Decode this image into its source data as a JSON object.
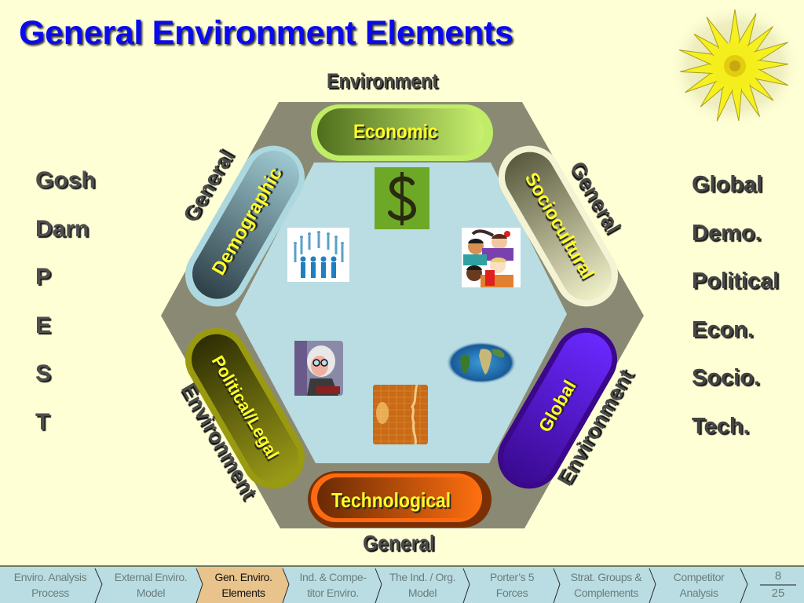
{
  "slide": {
    "title": "General Environment Elements",
    "background_color": "#ffffd6",
    "title_color": "#0a0aee"
  },
  "diagram": {
    "outer_labels": {
      "top": "Environment",
      "bottom": "General",
      "upper_left": "General",
      "upper_right": "General",
      "lower_left": "Environment",
      "lower_right": "Environment"
    },
    "segments": [
      {
        "id": "economic",
        "label": "Economic",
        "color": "#7ea83a",
        "image": "dollar-sign-grass-icon"
      },
      {
        "id": "sociocultural",
        "label": "Sociocultural",
        "color": "#c9c9a4",
        "image": "diverse-children-icon"
      },
      {
        "id": "global",
        "label": "Global",
        "color": "#5a18e8",
        "image": "world-globe-icon"
      },
      {
        "id": "technological",
        "label": "Technological",
        "color": "#e06010",
        "image": "digital-face-icon"
      },
      {
        "id": "political_legal",
        "label": "Political/Legal",
        "color": "#8a8a10",
        "image": "judge-cartoon-icon"
      },
      {
        "id": "demographic",
        "label": "Demographic",
        "color": "#9ccbd6",
        "image": "people-circle-icon"
      }
    ],
    "hexagon_colors": {
      "frame": "#8a8a74",
      "inner": "#b9dde2"
    }
  },
  "left_list": [
    "Gosh",
    "Darn",
    "P",
    "E",
    "S",
    "T"
  ],
  "right_list": [
    "Global",
    "Demo.",
    "Political",
    "Econ.",
    "Socio.",
    "Tech."
  ],
  "navbar": {
    "items": [
      {
        "line1": "Enviro. Analysis",
        "line2": "Process"
      },
      {
        "line1": "External Enviro.",
        "line2": "Model"
      },
      {
        "line1": "Gen. Enviro.",
        "line2": "Elements",
        "active": true
      },
      {
        "line1": "Ind. & Compe-",
        "line2": "titor Enviro."
      },
      {
        "line1": "The Ind. / Org.",
        "line2": "Model"
      },
      {
        "line1": "Porter’s 5",
        "line2": "Forces"
      },
      {
        "line1": "Strat. Groups &",
        "line2": "Complements"
      },
      {
        "line1": "Competitor",
        "line2": "Analysis"
      }
    ],
    "page": {
      "current": "8",
      "total": "25"
    }
  }
}
